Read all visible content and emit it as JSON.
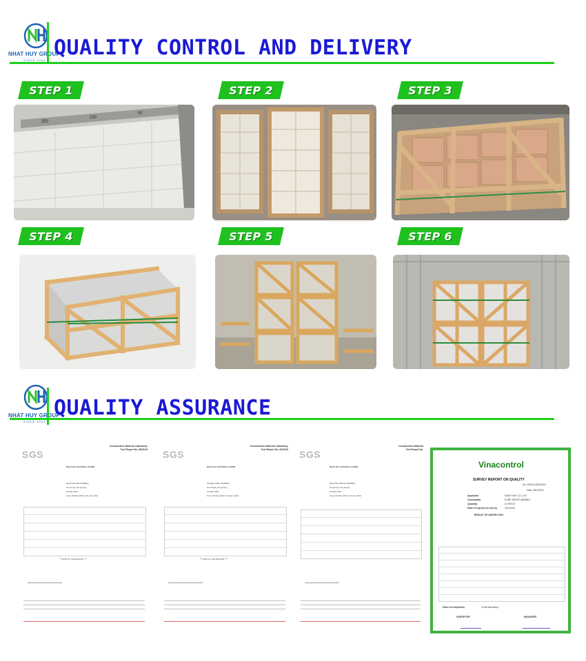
{
  "brand": {
    "name": "NHAT HUY GROUP",
    "tagline": "SINCE 2004",
    "mark": "NH"
  },
  "sections": {
    "qc_title": "QUALITY CONTROL AND DELIVERY",
    "qa_title": "QUALITY ASSURANCE"
  },
  "steps": [
    "STEP 1",
    "STEP 2",
    "STEP 3",
    "STEP 4",
    "STEP 5",
    "STEP 6"
  ],
  "colors": {
    "green": "#1fc11f",
    "title_blue": "#1a1ad6",
    "brand_blue": "#1b62b5"
  },
  "certs": {
    "sgs": [
      {
        "logo": "SGS",
        "lab": "Construction Material Laboratory",
        "report": "Test Report No. 08/2019",
        "client": "NHAT HUY NATURAL STONE",
        "sample": "MULTICOLOR MARBLE",
        "quantity": "01 sample (10 pieces)",
        "received": "20-Mar-2019",
        "testing": "From 20-Mar-2019 to 01-Apr-2019",
        "footer": "*** END OF THE REPORT ***"
      },
      {
        "logo": "SGS",
        "lab": "Construction Material Laboratory",
        "report": "Test Report No. 09/2019",
        "client": "NHAT HUY NATURAL STONE",
        "sample": "SILVER GREY MARBLE",
        "quantity": "01 sample (10 pieces)",
        "received": "20-Mar-2019",
        "testing": "From 20-Mar-2019 to 01-Apr-2019",
        "footer": "*** END OF THE REPORT ***"
      },
      {
        "logo": "SGS",
        "lab": "Construction Material",
        "report": "Test Report No.",
        "client": "NHAT HUY NATURAL STONE",
        "sample": "CRYSTAL WHITE MARBLE",
        "quantity": "01 sample (10 pieces)",
        "received": "20-Mar-2019",
        "testing": "From 20-Mar-2019 to 07-Apr-2019",
        "footer": ""
      }
    ],
    "vinacontrol": {
      "logo": "Vinacontrol",
      "title": "SURVEY REPORT ON QUALITY",
      "number": "No. 2549/V.QDN/2011",
      "date": "Date: 25/1/2011",
      "applicant_label": "Applicant",
      "applicant": "NHAT HUY CO.,LTD",
      "commodity_label": "Commodity",
      "commodity": "PURE WHITE MARBLE",
      "quantity_label": "Quantity",
      "quantity": "01 PIECE",
      "request_label": "Date of request for survey",
      "request": "19/1/2011",
      "result": "RESULT OF INSPECTION",
      "inspection_label": "Place of inspection",
      "inspection": "in the laboratory",
      "surveyor": "SURVEYOR",
      "manager": "MANAGER"
    }
  }
}
